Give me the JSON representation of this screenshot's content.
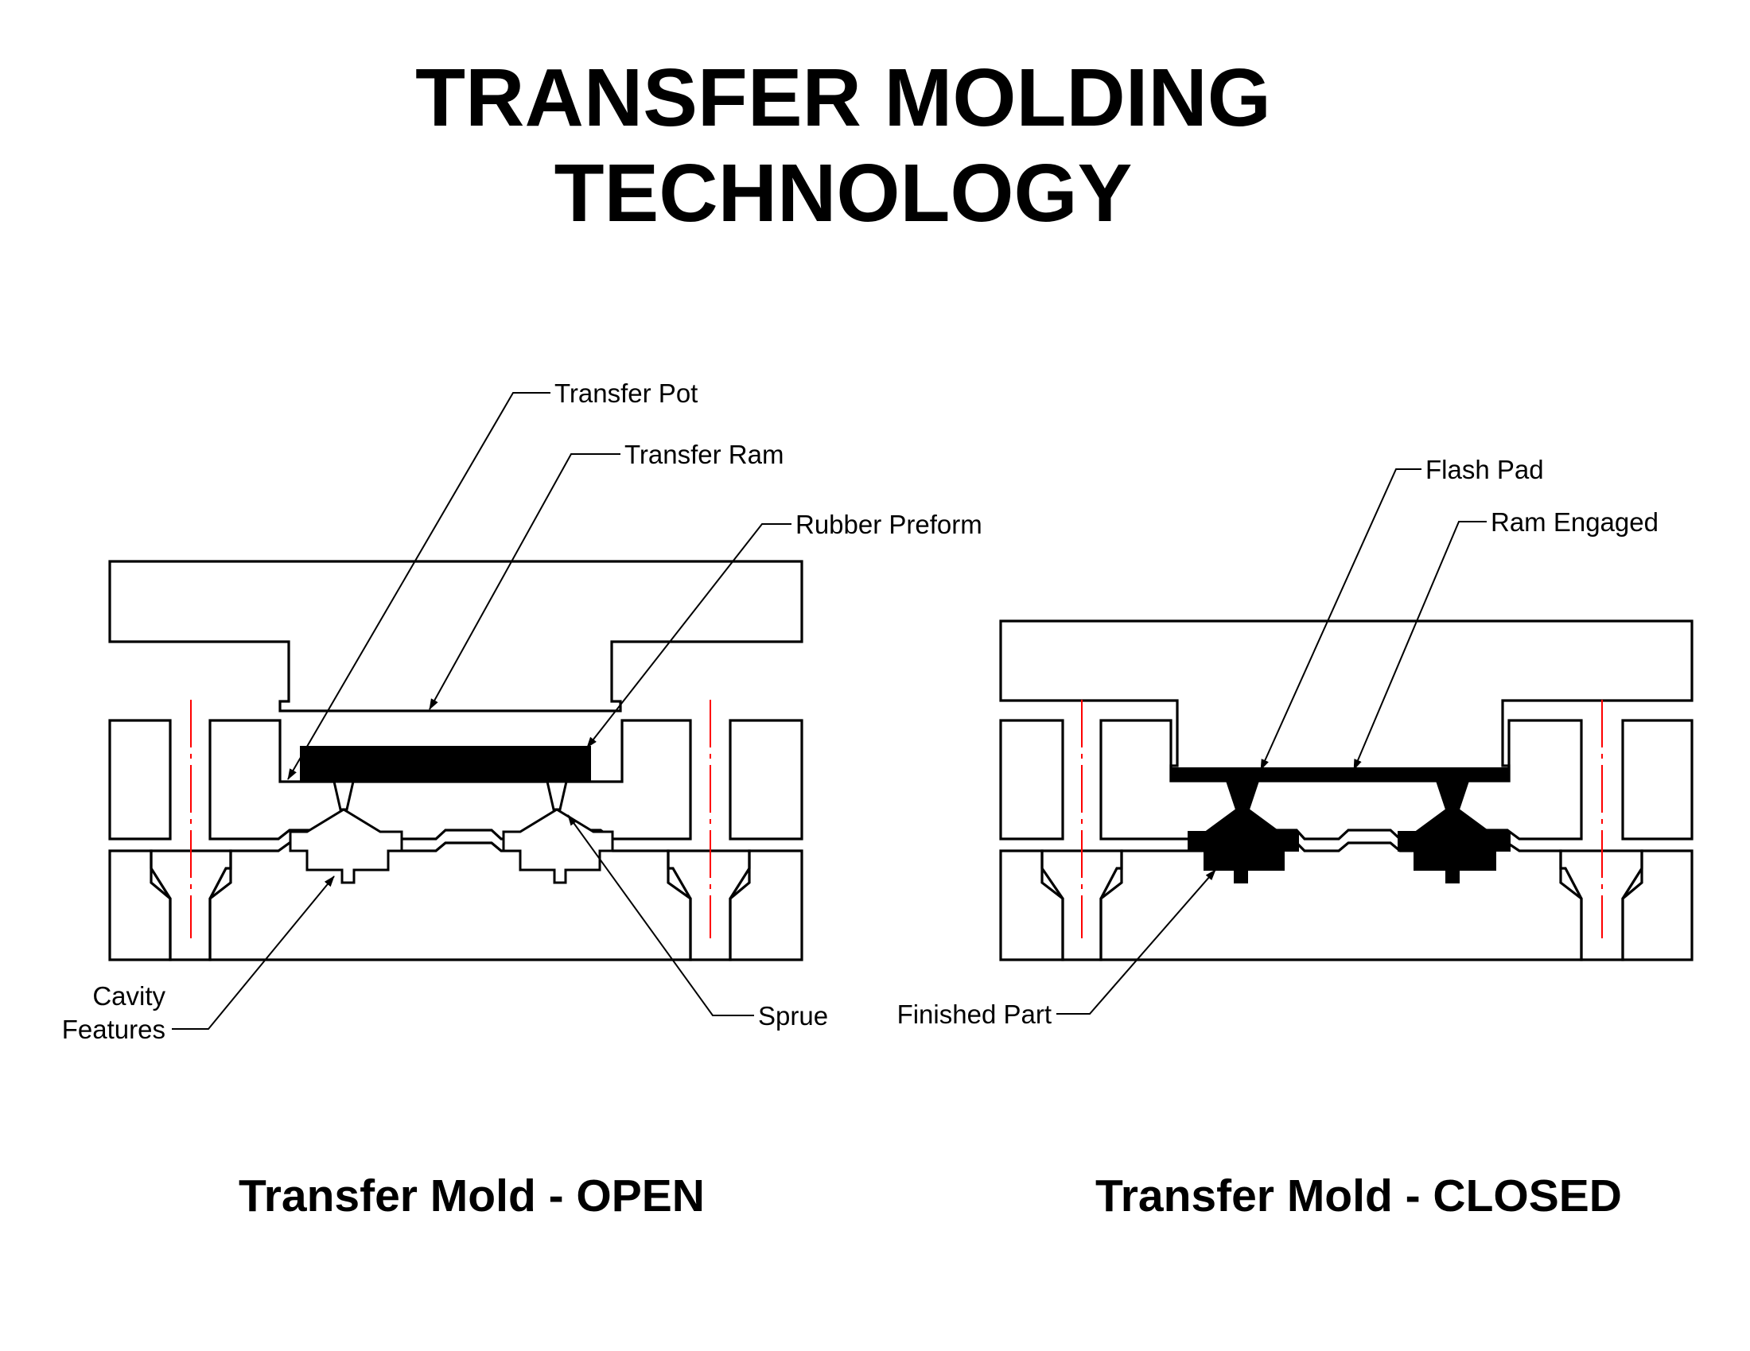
{
  "title": {
    "line1": "TRANSFER MOLDING",
    "line2": "TECHNOLOGY"
  },
  "colors": {
    "hatch": "#3333ff",
    "outline": "#000000",
    "centerline": "#ff0000",
    "rubber": "#000000"
  },
  "open_view": {
    "caption": "Transfer Mold - OPEN",
    "labels": {
      "transfer_pot": "Transfer Pot",
      "transfer_ram": "Transfer Ram",
      "rubber_preform": "Rubber Preform",
      "cavity_line1": "Cavity",
      "cavity_line2": "Features",
      "sprue": "Sprue"
    }
  },
  "closed_view": {
    "caption": "Transfer Mold - CLOSED",
    "labels": {
      "flash_pad": "Flash Pad",
      "ram_engaged": "Ram Engaged",
      "finished_part": "Finished Part"
    }
  }
}
